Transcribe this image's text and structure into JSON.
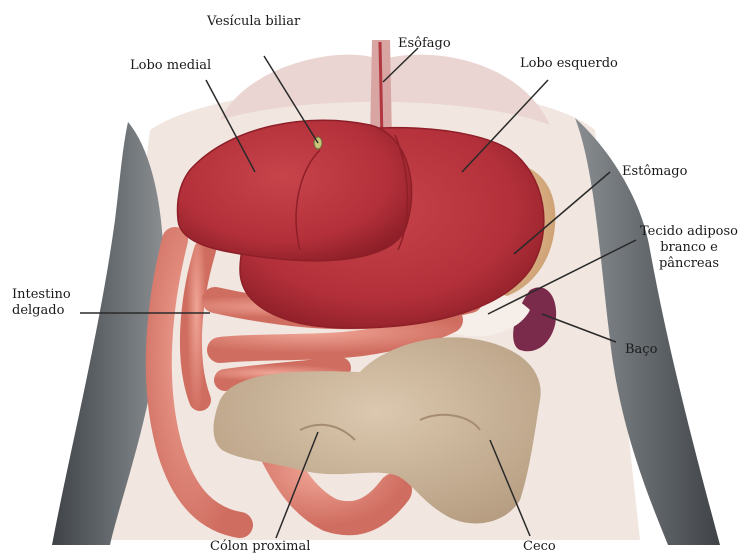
{
  "figure": {
    "labels": {
      "vesicula_biliar": "Vesícula biliar",
      "esofago": "Esôfago",
      "lobo_medial": "Lobo medial",
      "lobo_esquerdo": "Lobo esquerdo",
      "estomago": "Estômago",
      "tecido_line1": "Tecido adiposo",
      "tecido_line2": "branco e pâncreas",
      "intestino_line1": "Intestino",
      "intestino_line2": "delgado",
      "baco": "Baço",
      "colon_proximal": "Cólon proximal",
      "ceco": "Ceco"
    },
    "colors": {
      "liver": "#b8323a",
      "liver_dark": "#8e1f28",
      "small_intestine": "#e58a7a",
      "colon": "#cdb79c",
      "stomach": "#e6c59b",
      "spleen": "#7a2a4a",
      "body_wall": "#555a5e",
      "tissue": "#efe3dc",
      "leader_line": "#2a2a2a"
    }
  }
}
